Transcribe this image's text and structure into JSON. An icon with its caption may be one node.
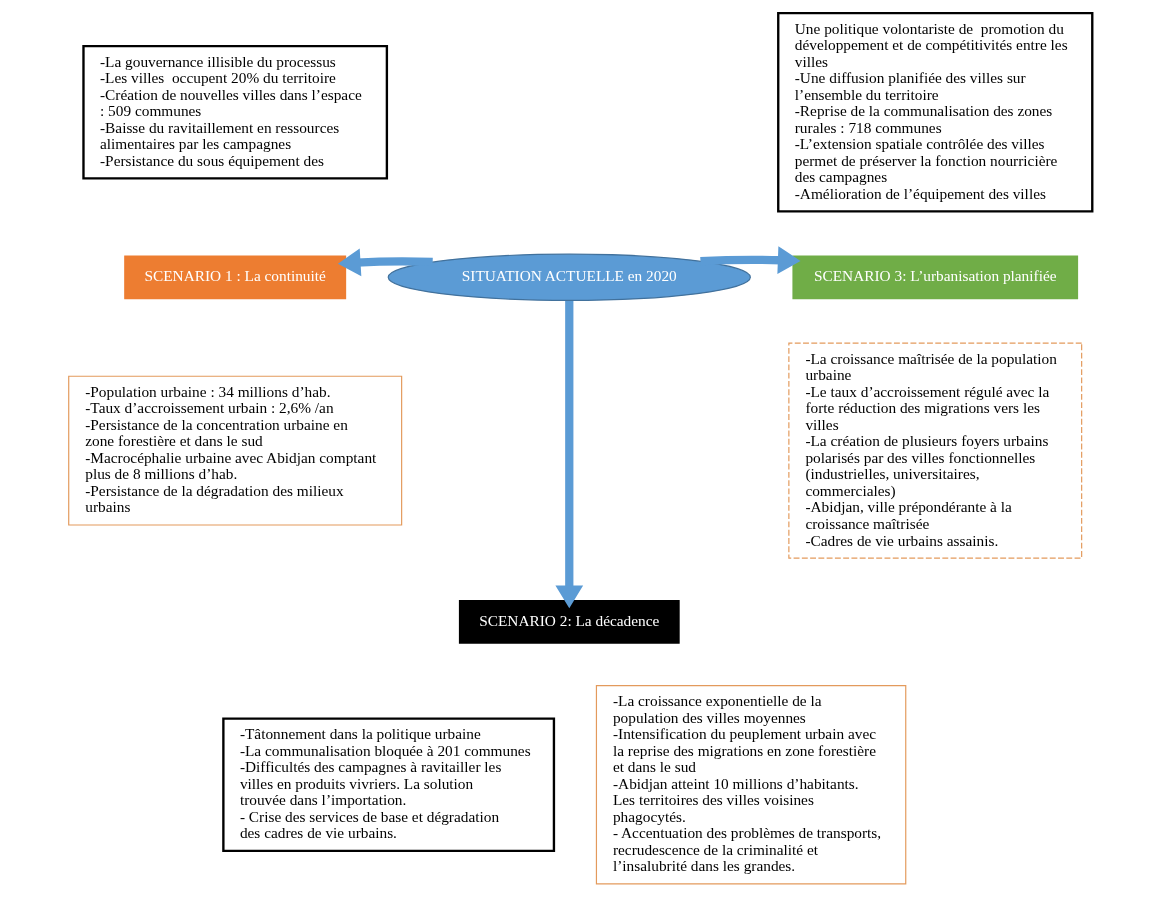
{
  "diagram": {
    "nodes": [
      {
        "text": [
          "SITUATION ACTUELLE en 2020"
        ]
      },
      {
        "text": [
          "SCENARIO 1 : La continuité"
        ]
      },
      {
        "text": [
          "-La gouvernance illisible du processus",
          "-Les villes  occupent 20% du territoire",
          "-Création de nouvelles villes dans l’espace : 509 communes",
          "-Baisse du ravitaillement en ressources alimentaires par les campagnes",
          "-Persistance du sous équipement des"
        ]
      },
      {
        "text": [
          "-Population urbaine : 34 millions d’hab.",
          "-Taux d’accroissement urbain : 2,6% /an",
          "-Persistance de la concentration urbaine en zone forestière et dans le sud",
          "-Macrocéphalie urbaine avec Abidjan comptant plus de 8 millions d’hab.",
          "-Persistance de la dégradation des milieux urbains"
        ]
      },
      {
        "text": [
          "SCENARIO 3: L’urbanisation planifiée"
        ]
      },
      {
        "text": [
          "Une politique volontariste de  promotion du développement et de compétitivités entre les villes",
          "-Une diffusion planifiée des villes sur l’ensemble du territoire",
          "-Reprise de la communalisation des zones rurales : 718 communes",
          "-L’extension spatiale contrôlée des villes permet de préserver la fonction nourricière des campagnes",
          "-Amélioration de l’équipement des villes"
        ]
      },
      {
        "text": [
          "-La croissance maîtrisée de la population urbaine",
          "-Le taux d’accroissement régulé avec la forte réduction des migrations vers les villes",
          "-La création de plusieurs foyers urbains polarisés par des villes fonctionnelles (industrielles, universitaires, commerciales)",
          "-Abidjan, ville prépondérante à la croissance maîtrisée",
          "-Cadres de vie urbains assainis."
        ]
      },
      {
        "text": [
          "SCENARIO 2: La décadence"
        ]
      },
      {
        "text": [
          "-Tâtonnement dans la politique urbaine",
          "-La communalisation bloquée à 201 communes",
          "-Difficultés des campagnes à ravitailler les villes en produits vivriers. La solution trouvée dans l’importation.",
          "- Crise des services de base et dégradation des cadres de vie urbains."
        ]
      },
      {
        "text": [
          "-La croissance exponentielle de la population des villes moyennes",
          "-Intensification du peuplement urbain avec la reprise des migrations en zone forestière et dans le sud",
          "-Abidjan atteint 10 millions d’habitants. Les territoires des villes voisines phagocytés.",
          "- Accentuation des problèmes de transports, recrudescence de la criminalité et l’insalubrité dans les grandes."
        ]
      }
    ],
    "edges": [
      {
        "from": 0,
        "to": 1,
        "arrow": "to"
      },
      {
        "from": 0,
        "to": 4,
        "arrow": "to"
      },
      {
        "from": 0,
        "to": 7,
        "arrow": "to"
      }
    ]
  }
}
